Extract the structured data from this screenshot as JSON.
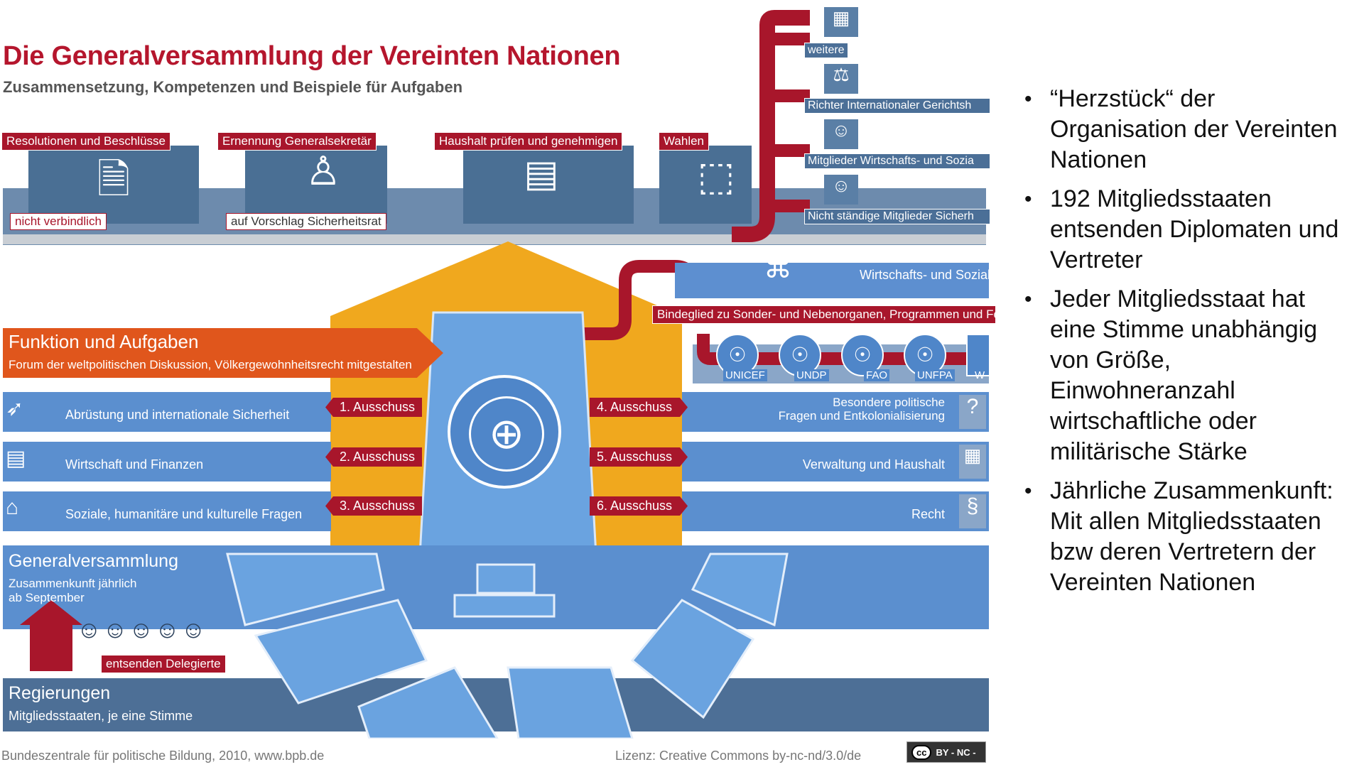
{
  "header": {
    "title": "Die Generalversammlung der Vereinten Nationen",
    "subtitle": "Zusammensetzung, Kompetenzen und Beispiele für Aufgaben"
  },
  "top_row": {
    "items": [
      {
        "label": "Resolutionen und Beschlüsse",
        "note": "nicht verbindlich",
        "icon": "document-check-icon"
      },
      {
        "label": "Ernennung Generalsekretär",
        "note": "auf Vorschlag Sicherheitsrat",
        "icon": "person-laurel-icon"
      },
      {
        "label": "Haushalt prüfen und genehmigen",
        "note": "",
        "icon": "money-stack-icon"
      },
      {
        "label": "Wahlen",
        "note": "",
        "icon": "ballot-box-icon"
      }
    ]
  },
  "elections": [
    {
      "label": "weitere",
      "icon": "blocks-icon"
    },
    {
      "label": "Richter Internationaler Gerichtsh",
      "icon": "judge-icon"
    },
    {
      "label": "Mitglieder Wirtschafts- und Sozia",
      "icon": "people-icon"
    },
    {
      "label": "Nicht ständige Mitglieder Sicherh",
      "icon": "people-icon"
    }
  ],
  "connector": {
    "top_label": "Wirtschafts- und Sozial",
    "link_label": "Bindeglied zu Sonder- und Nebenorganen, Programmen und Fo",
    "orgs": [
      "UNICEF",
      "UNDP",
      "FAO",
      "UNFPA",
      "W"
    ]
  },
  "function": {
    "title": "Funktion und Aufgaben",
    "subtitle": "Forum der weltpolitischen Diskussion, Völkergewohnheitsrecht mitgestalten"
  },
  "committees_left": [
    {
      "topic": "Abrüstung und internationale Sicherheit",
      "committee": "1. Ausschuss",
      "icon": "missile-icon"
    },
    {
      "topic": "Wirtschaft und Finanzen",
      "committee": "2. Ausschuss",
      "icon": "money-icon"
    },
    {
      "topic": "Soziale, humanitäre und kulturelle Fragen",
      "committee": "3. Ausschuss",
      "icon": "building-icon"
    }
  ],
  "committees_right": [
    {
      "topic_line1": "Besondere politische",
      "topic_line2": "Fragen und Entkolonialisierung",
      "committee": "4. Ausschuss",
      "icon": "question-icon"
    },
    {
      "topic_line1": "",
      "topic_line2": "Verwaltung und Haushalt",
      "committee": "5. Ausschuss",
      "icon": "calculator-icon"
    },
    {
      "topic_line1": "",
      "topic_line2": "Recht",
      "committee": "6. Ausschuss",
      "icon": "paragraph-icon"
    }
  ],
  "assembly": {
    "title": "Generalversammlung",
    "line1": "Zusammenkunft jährlich",
    "line2": "ab September",
    "delegates": "entsenden Delegierte"
  },
  "governments": {
    "title": "Regierungen",
    "subtitle": "Mitgliedsstaaten, je eine Stimme"
  },
  "footer": {
    "source": "Bundeszentrale für politische Bildung, 2010, www.bpb.de",
    "license": "Lizenz: Creative Commons by-nc-nd/3.0/de",
    "badge": "BY - NC -"
  },
  "bullets": [
    "“Herzstück“ der Organisation der Vereinten Nationen",
    "192 Mitgliedsstaaten entsenden Diplomaten und Vertreter",
    "Jeder Mitgliedsstaat hat eine Stimme unabhängig von Größe, Einwohneranzahl wirtschaftliche oder militärische Stärke",
    "Jährliche Zusammenkunft: Mit allen Mitgliedsstaaten bzw deren Vertretern der Vereinten Nationen"
  ],
  "colors": {
    "red": "#a8162b",
    "blue": "#5b8fcf",
    "dark_blue": "#4a6f94",
    "orange": "#f0a020",
    "orange_arrow": "#e0561c"
  }
}
